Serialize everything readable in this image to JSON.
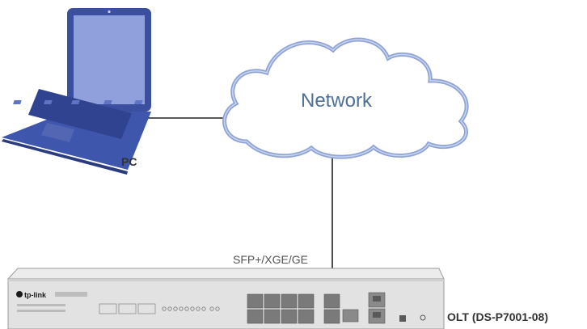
{
  "diagram": {
    "pc_label": "PC",
    "network_label": "Network",
    "port_label": "SFP+/XGE/GE",
    "olt_label": "OLT (DS-P7001-08)",
    "device_brand": "tp-link",
    "colors": {
      "laptop_frame": "#3a4fa0",
      "laptop_screen": "#8fa0dc",
      "cloud_stroke": "#8fa4d6",
      "network_text": "#4f6f97",
      "link_line": "#222222",
      "chassis": "#d8d8d8",
      "port": "#7a7a7a"
    },
    "icons": [
      "laptop-icon",
      "cloud-icon",
      "olt-switch-icon"
    ]
  }
}
